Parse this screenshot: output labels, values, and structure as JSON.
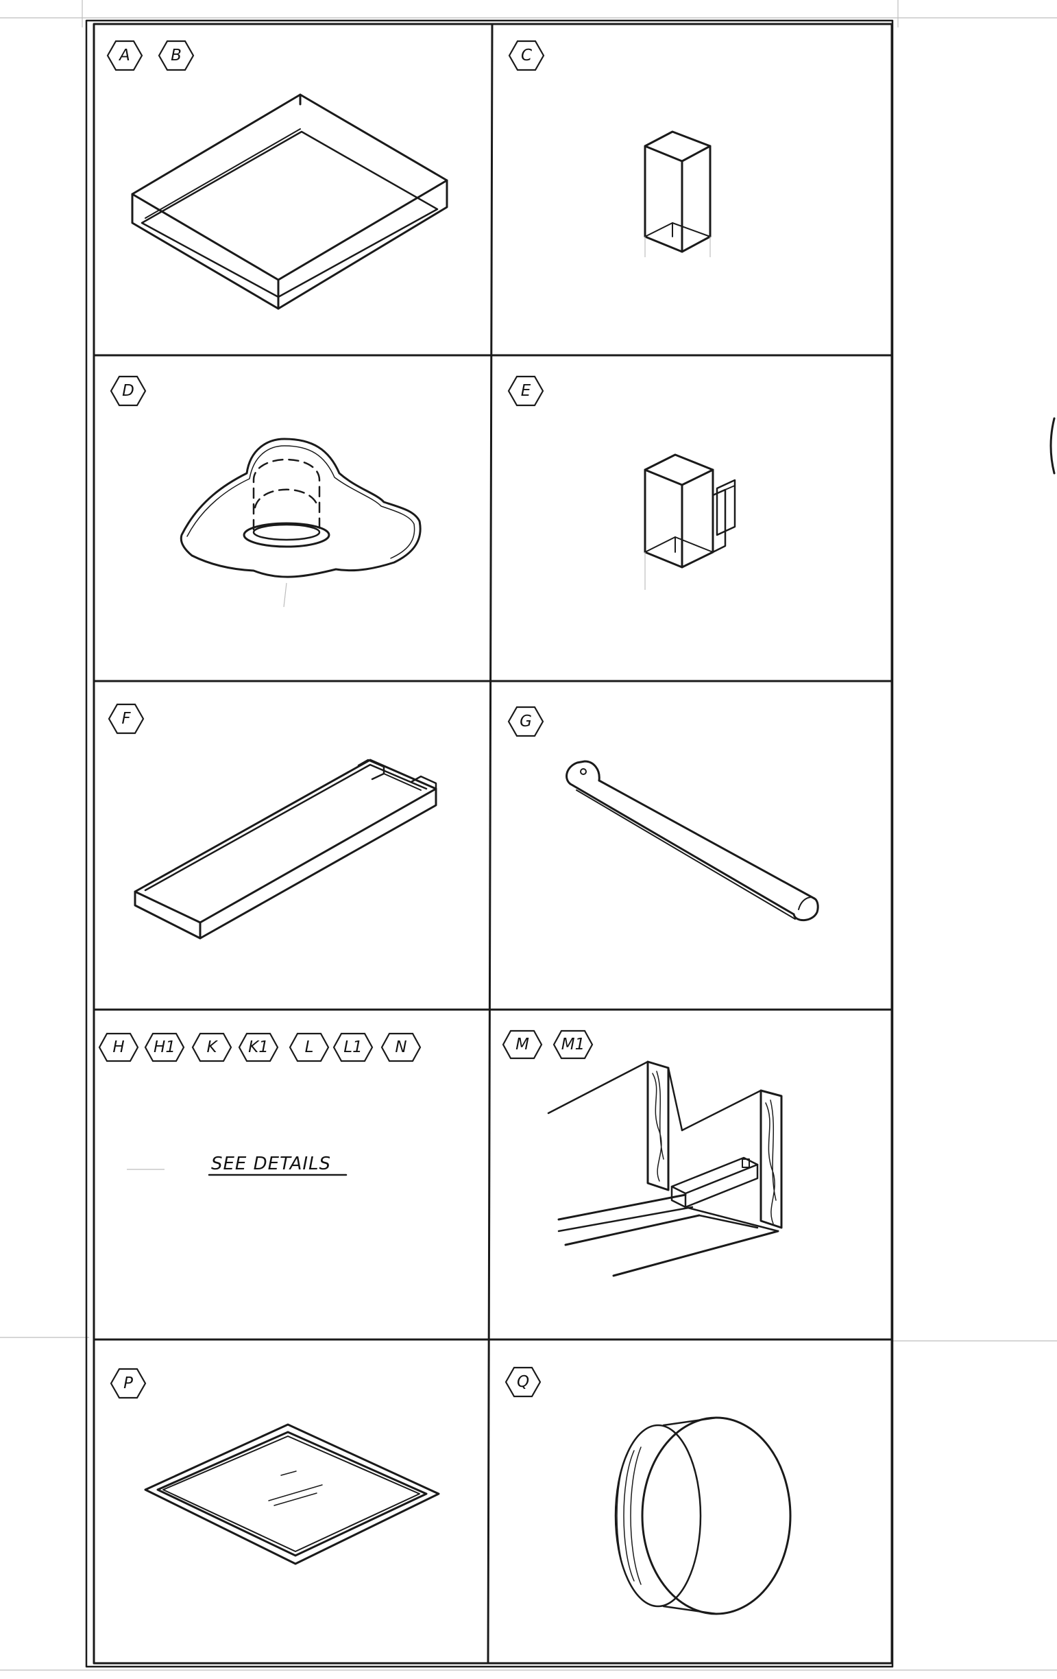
{
  "cells": [
    {
      "id": "cell-ab",
      "tags": [
        "A",
        "B"
      ]
    },
    {
      "id": "cell-c",
      "tags": [
        "C"
      ]
    },
    {
      "id": "cell-d",
      "tags": [
        "D"
      ]
    },
    {
      "id": "cell-e",
      "tags": [
        "E"
      ]
    },
    {
      "id": "cell-f",
      "tags": [
        "F"
      ]
    },
    {
      "id": "cell-g",
      "tags": [
        "G"
      ]
    },
    {
      "id": "cell-details",
      "tags": [
        "H",
        "H1",
        "K",
        "K1",
        "L",
        "L1",
        "N"
      ],
      "note": "SEE DETAILS"
    },
    {
      "id": "cell-m",
      "tags": [
        "M",
        "M1"
      ]
    },
    {
      "id": "cell-p",
      "tags": [
        "P"
      ]
    },
    {
      "id": "cell-q",
      "tags": [
        "Q"
      ]
    }
  ]
}
